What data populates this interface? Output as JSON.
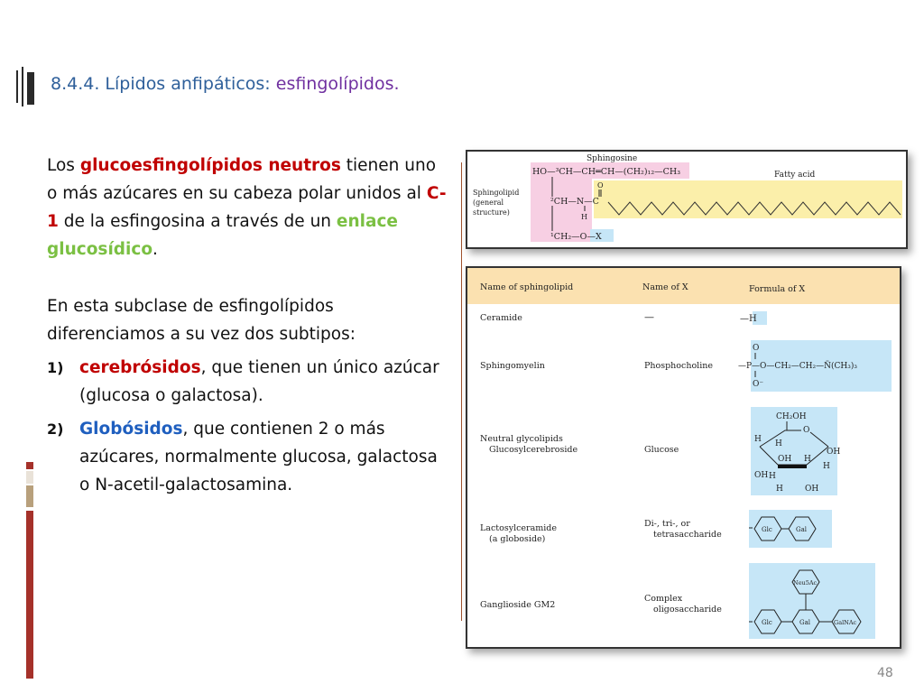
{
  "slide": {
    "title_main": "8.4.4. Lípidos anfipáticos: ",
    "title_emph": "esfingolípidos",
    "title_end": ".",
    "page_number": "48"
  },
  "text": {
    "p1_a": "Los ",
    "p1_b": "glucoesfingolípidos neutros",
    "p1_c": " tienen uno o más azúcares en su cabeza polar unidos al ",
    "p1_d": "C-1",
    "p1_e": " de la esfingosina a través de un ",
    "p1_f": "enlace glucosídico",
    "p1_g": ".",
    "p2": "En esta subclase de esfingolípidos diferenciamos a su vez dos subtipos:",
    "item1_num": "1)",
    "item1_a": "cerebrósidos",
    "item1_b": ", que tienen un único azúcar  (glucosa o galactosa).",
    "item2_num": "2)",
    "item2_a": "Globósidos",
    "item2_b": ", que contienen 2 o más azúcares, normalmente glucosa, galactosa o N-acetil-galactosamina."
  },
  "figure_top": {
    "sphingosine_label": "Sphingosine",
    "fatty_acid_label": "Fatty acid",
    "side_label_1": "Sphingolipid",
    "side_label_2": "(general",
    "side_label_3": "structure)",
    "row1": "HO—³CH—CH═CH—(CH₂)₁₂—CH₃",
    "row2_c2": "²CH—N—C",
    "row2_o": "O",
    "row2_h": "H",
    "row3": "¹CH₂—O—",
    "x_label": "X"
  },
  "figure_table": {
    "headers": [
      "Name of sphingolipid",
      "Name of X",
      "Formula of X"
    ],
    "ceramide": "Ceramide",
    "ceramide_x": "—",
    "ceramide_formula": "—H",
    "sphingomyelin": "Sphingomyelin",
    "phosphocholine": "Phosphocholine",
    "pc_formula": "—P—O—CH₂—CH₂—N̈(CH₃)₃",
    "pc_o_top": "O",
    "pc_o_bottom": "O⁻",
    "neutral_1": "Neutral glycolipids",
    "neutral_2": "Glucosylcerebroside",
    "glucose": "Glucose",
    "glc_ch2oh": "CH₂OH",
    "glc_o": "O",
    "glc_h": "H",
    "glc_oh": "OH",
    "lacto_1": "Lactosylceramide",
    "lacto_2": "(a globoside)",
    "di_1": "Di-, tri-, or",
    "di_2": "tetrasaccharide",
    "gangl": "Ganglioside GM2",
    "complex_1": "Complex",
    "complex_2": "oligosaccharide",
    "hex_glc": "Glc",
    "hex_gal": "Gal",
    "hex_neu5ac": "Neu5Ac",
    "hex_galnac": "GalNAc"
  },
  "colors": {
    "title": "#2e5f9a",
    "title_emph": "#7030a0",
    "highlight_red": "#c00000",
    "highlight_green": "#7bc043",
    "highlight_blue": "#1f5fbf",
    "pink_box": "#f7cfe3",
    "yellow_box": "#fbefaa",
    "blue_box": "#c6e6f7",
    "deco_red": "#a5312a",
    "deco_tan": "#c9b79c"
  }
}
